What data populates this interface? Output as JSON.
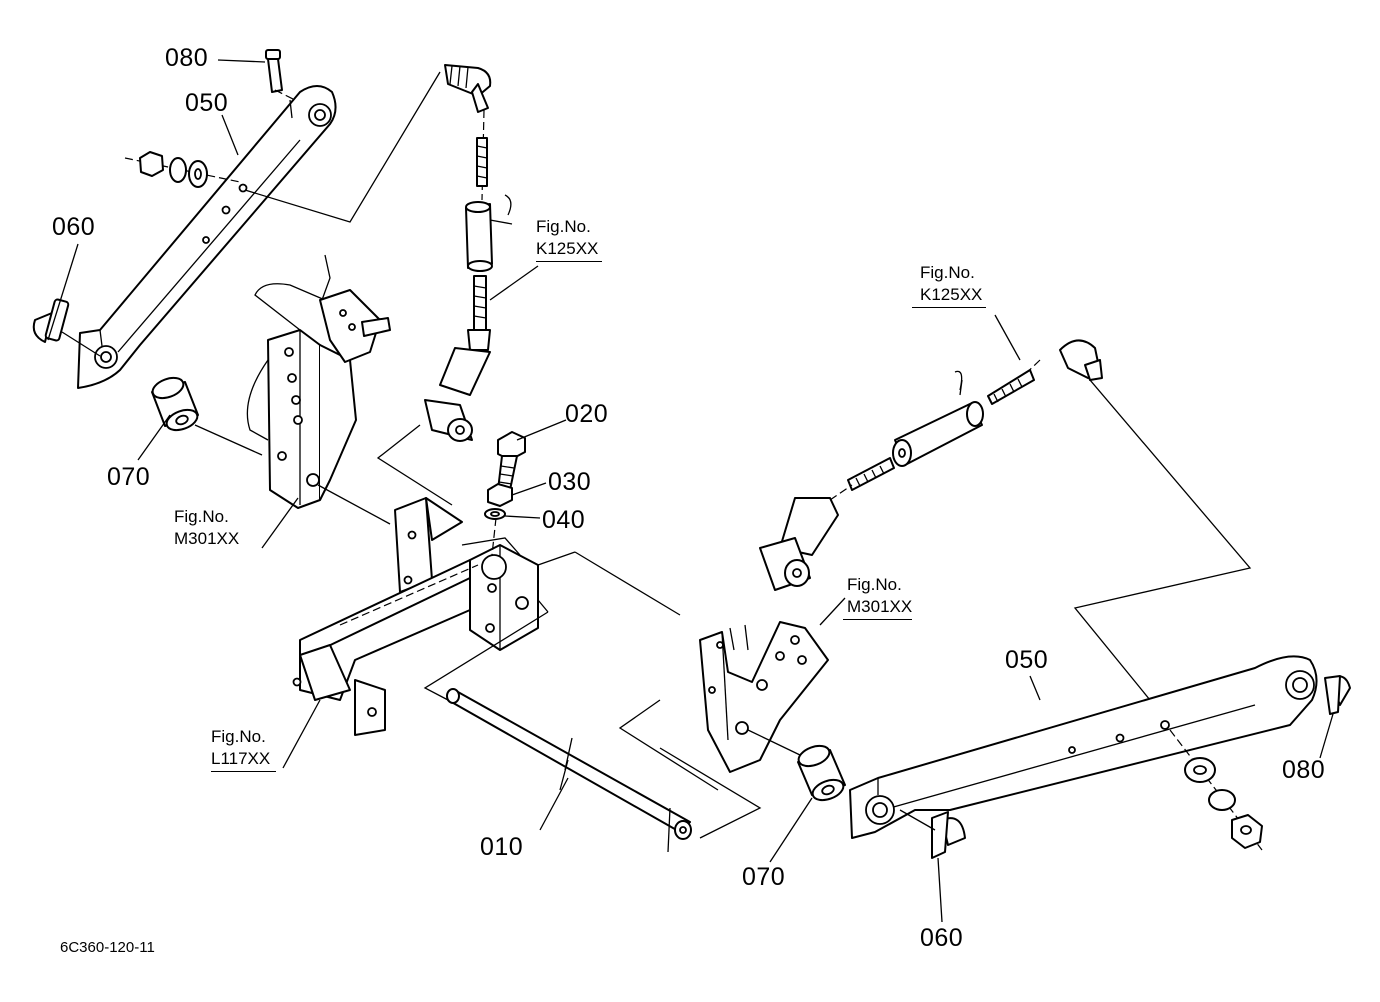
{
  "diagram_id": "6C360-120-11",
  "fig_prefix": "Fig.No.",
  "parts": [
    {
      "id": "p080a",
      "num": "080"
    },
    {
      "id": "p050a",
      "num": "050"
    },
    {
      "id": "p060a",
      "num": "060"
    },
    {
      "id": "p070a",
      "num": "070"
    },
    {
      "id": "p020",
      "num": "020"
    },
    {
      "id": "p030",
      "num": "030"
    },
    {
      "id": "p040",
      "num": "040"
    },
    {
      "id": "p050b",
      "num": "050"
    },
    {
      "id": "p080b",
      "num": "080"
    },
    {
      "id": "p010",
      "num": "010"
    },
    {
      "id": "p070b",
      "num": "070"
    },
    {
      "id": "p060b",
      "num": "060"
    }
  ],
  "figure_refs": [
    {
      "id": "k125-left",
      "code": "K125XX"
    },
    {
      "id": "k125-right",
      "code": "K125XX"
    },
    {
      "id": "m301-left",
      "code": "M301XX"
    },
    {
      "id": "m301-right",
      "code": "M301XX"
    },
    {
      "id": "l117",
      "code": "L117XX"
    }
  ]
}
